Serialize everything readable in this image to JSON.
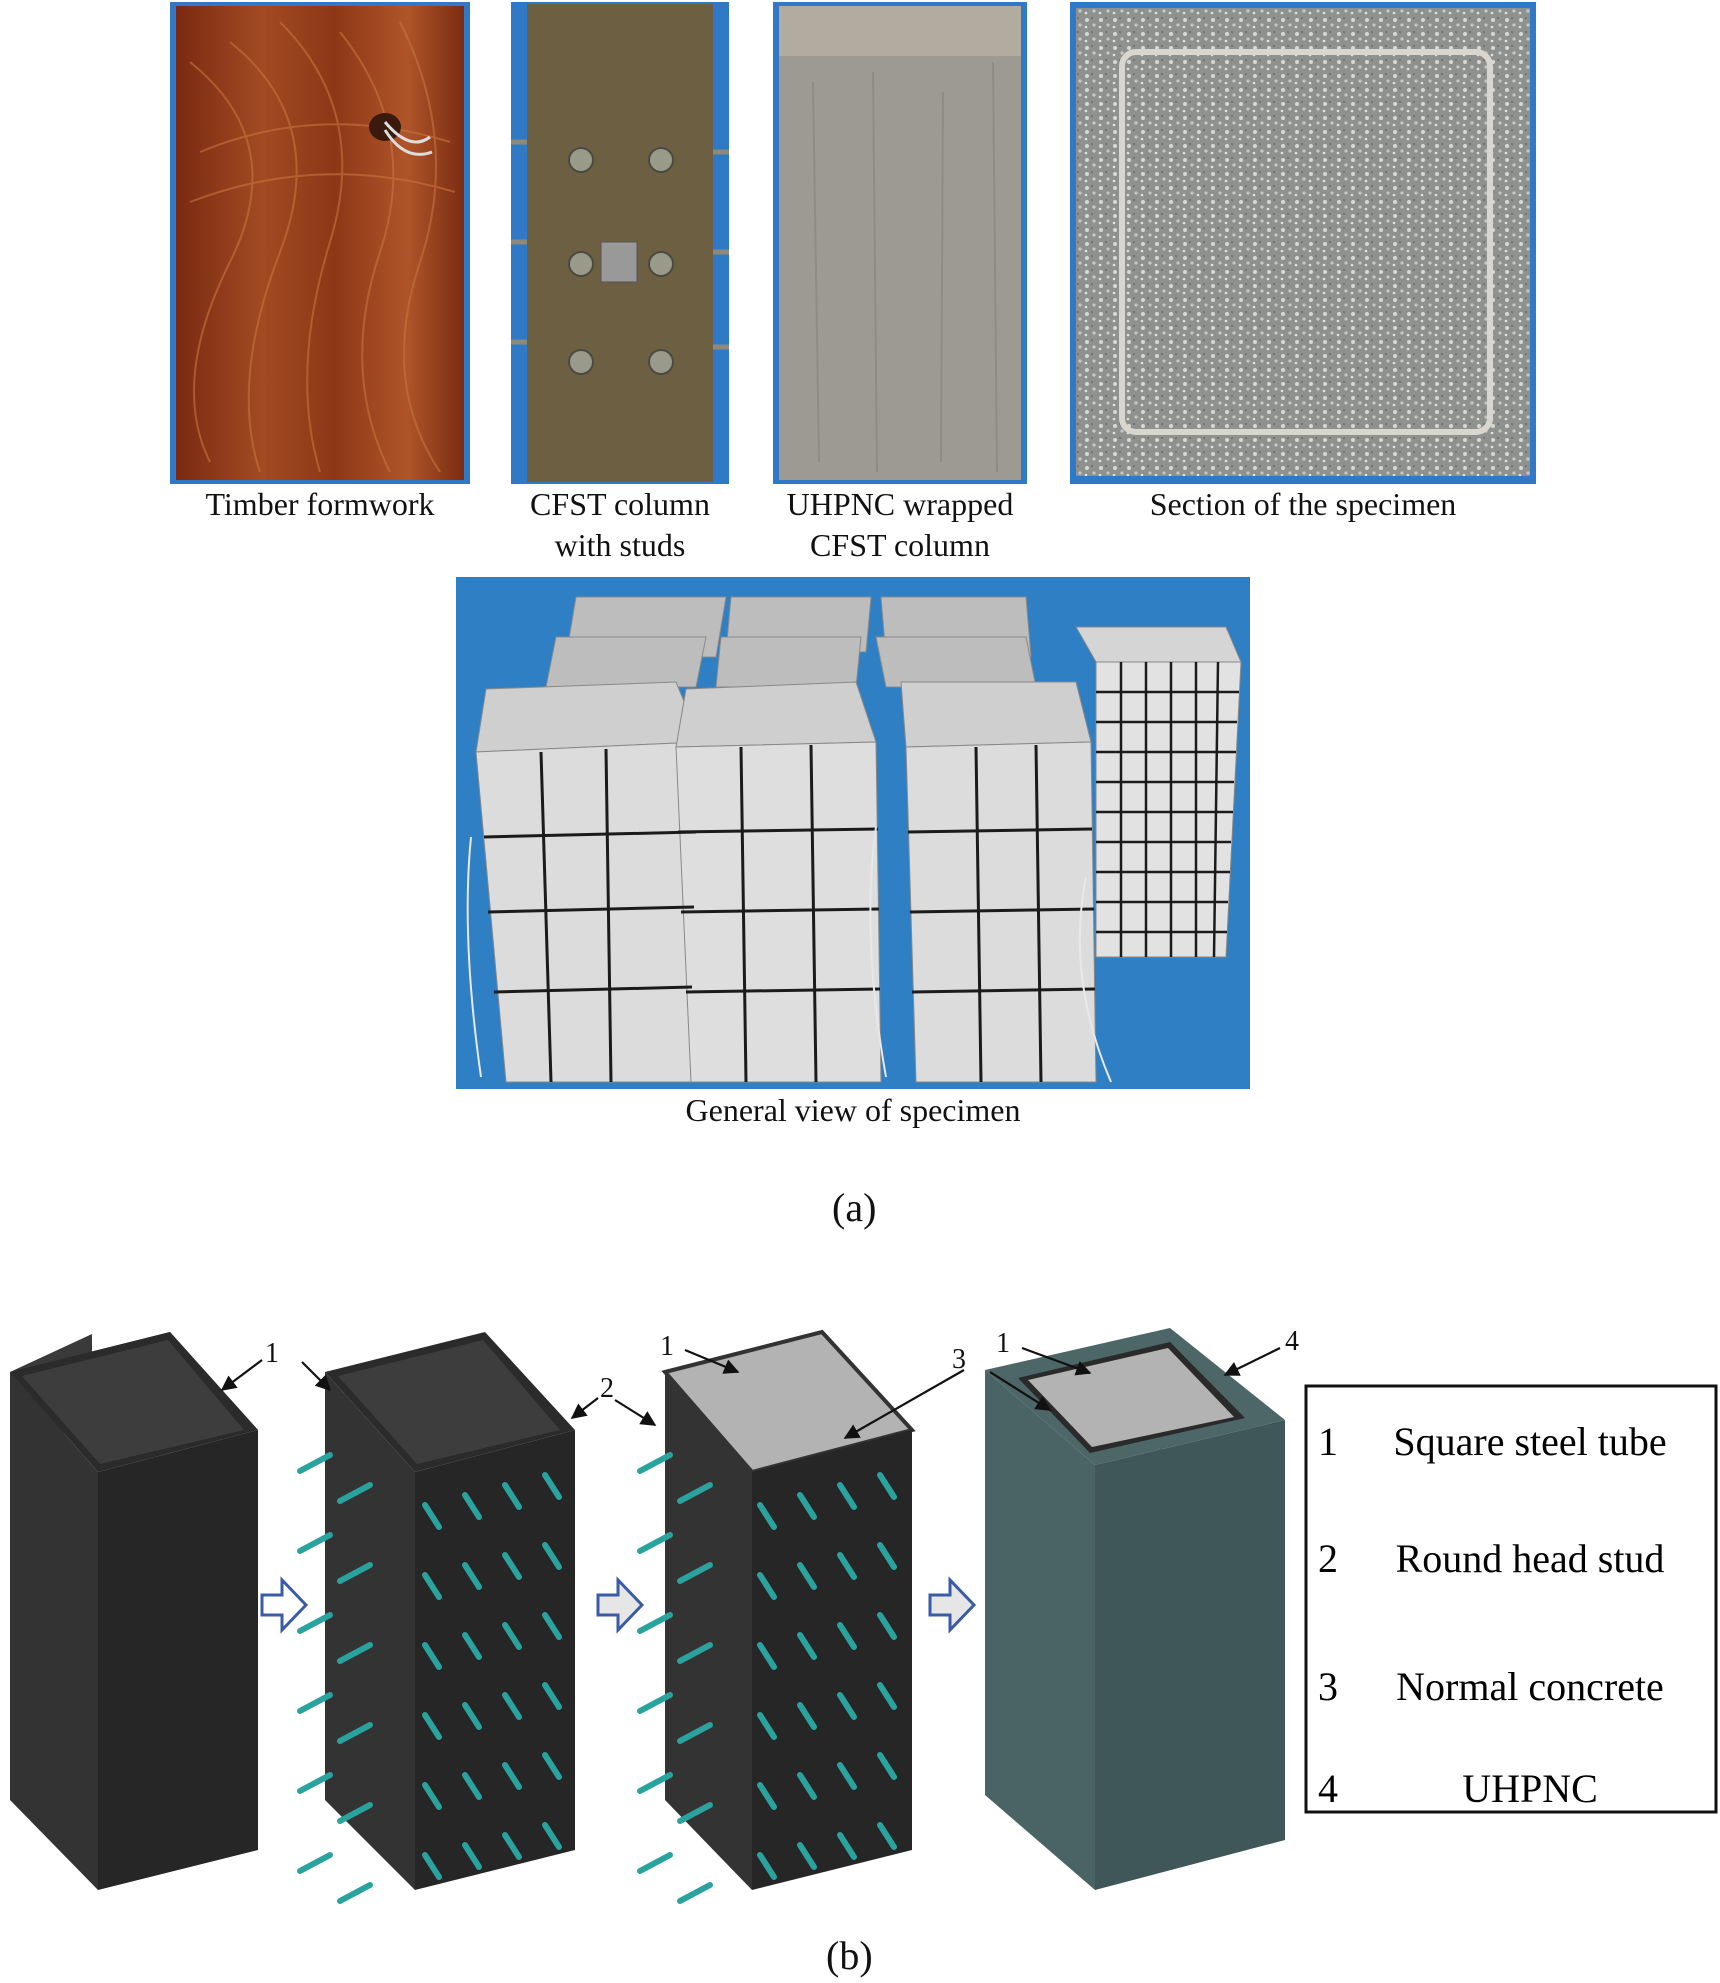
{
  "part_a": {
    "label": "(a)",
    "captions": {
      "timber": "Timber formwork",
      "cfst": "CFST column\nwith studs",
      "uhpnc": "UHPNC wrapped\nCFST column",
      "section": "Section of the specimen",
      "general": "General view of specimen"
    }
  },
  "part_b": {
    "label": "(b)",
    "callouts": {
      "n1": "1",
      "n2": "2",
      "n3": "3",
      "n4": "4"
    },
    "legend": [
      {
        "num": "1",
        "text": "Square steel tube"
      },
      {
        "num": "2",
        "text": "Round head stud"
      },
      {
        "num": "3",
        "text": "Normal concrete"
      },
      {
        "num": "4",
        "text": "UHPNC"
      }
    ]
  },
  "colors": {
    "steel": "#2e2e2e",
    "stud": "#2aa39e",
    "concrete": "#b3b3b3",
    "uhpnc": "#435b5c",
    "photo_blue": "#2f79c6",
    "timber": "#8f3a1a"
  }
}
